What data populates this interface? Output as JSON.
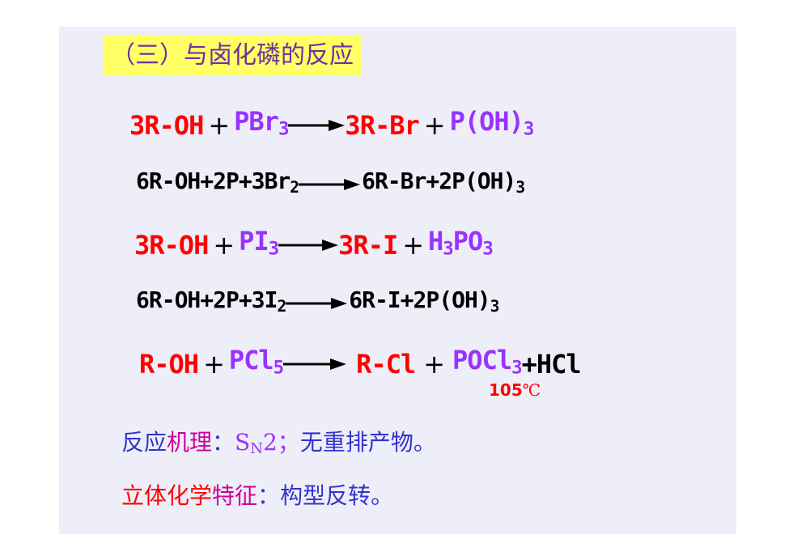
{
  "title": "（三）与卤化磷的反应",
  "reactions": [
    {
      "parts": [
        "3R-OH",
        "+",
        "PBr",
        "3",
        "3R-Br",
        "+",
        "P(OH)",
        "3"
      ]
    },
    {
      "parts": [
        "6R-OH+2P+3Br",
        "2",
        "6R-Br+2P(OH)",
        "3"
      ]
    },
    {
      "parts": [
        "3R-OH",
        "+",
        "PI",
        "3",
        "3R-I",
        "+",
        "H",
        "3",
        "PO",
        "3"
      ]
    },
    {
      "parts": [
        "6R-OH+2P+3I",
        "2",
        "6R-I+2P(OH)",
        "3"
      ]
    },
    {
      "parts": [
        "R-OH",
        "+",
        "PCl",
        "5",
        "R-Cl",
        "+",
        "POCl",
        "3",
        "+HCl"
      ]
    }
  ],
  "temperature": {
    "value": "105",
    "unit": "℃"
  },
  "mechanism": {
    "label_a": "反应",
    "label_b": "机理",
    "colon": "：",
    "s": "S",
    "n": "N",
    "two": "2；",
    "text": "无重排产物。"
  },
  "stereo": {
    "label_a": "立体",
    "label_b": "化学",
    "label_c": "特征",
    "colon": "：",
    "text": "构型反转。"
  },
  "colors": {
    "red": "#ff0000",
    "purple": "#9933ff",
    "navy": "#3333cc",
    "highlight": "#ffff66",
    "background": "#eeeef8"
  }
}
